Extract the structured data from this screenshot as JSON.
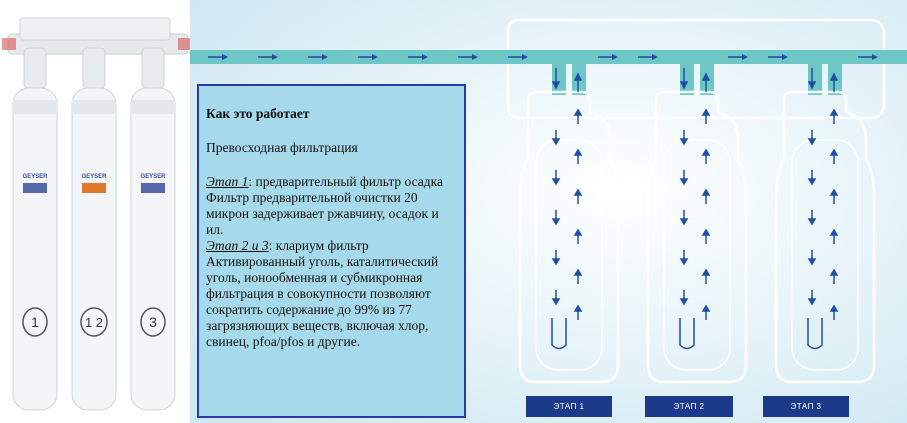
{
  "product": {
    "brand": "GEYSER",
    "cartridges": [
      {
        "number": "1",
        "label_color": "#3b4f9a"
      },
      {
        "number": "1 2",
        "label_color": "#e07a2a"
      },
      {
        "number": "3",
        "label_color": "#3b4f9a"
      }
    ]
  },
  "info": {
    "title": "Как это работает",
    "subtitle": "Превосходная фильтрация",
    "stage1_label": "Этап 1",
    "stage1_heading": ": предварительный фильтр осадка",
    "stage1_text": "Фильтр предварительной очистки 20 микрон задерживает ржавчину, осадок и ил.",
    "stage23_label": "Этап 2 и 3",
    "stage23_heading": ": клариум фильтр",
    "stage23_text": "Активированный уголь, каталитический уголь, ионообменная и субмикронная фильтрация в совокупности позволяют сократить содержание до 99% из 77 загрязняющих веществ, включая хлор, свинец, pfoa/pfos и другие."
  },
  "stages": [
    "ЭТАП 1",
    "ЭТАП 2",
    "ЭТАП 3"
  ],
  "colors": {
    "flow_pipe": "#6cc7c6",
    "arrow": "#1f4fa0",
    "info_bg": "#a6d9ea",
    "info_border": "#2a3aa8",
    "stage_label_bg": "#1b3a8a"
  }
}
